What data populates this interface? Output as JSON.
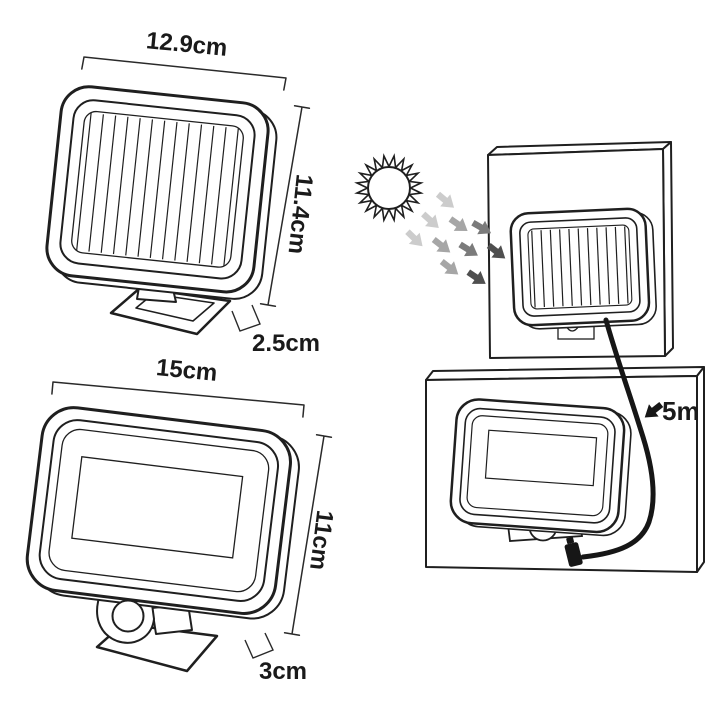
{
  "page": {
    "background": "#ffffff"
  },
  "colors": {
    "line": "#1f1f1f",
    "text": "#1a1a1a",
    "cable": "#161616",
    "sun_ray_gradient": [
      "#cccccc",
      "#a6a6a6",
      "#7b7b7b",
      "#4f4f4f"
    ]
  },
  "solar_panel_view": {
    "width_label": "12.9cm",
    "height_label": "11.4cm",
    "base_depth_label": "2.5cm"
  },
  "floodlight_view": {
    "width_label": "15cm",
    "height_label": "11cm",
    "base_depth_label": "3cm"
  },
  "installation_view": {
    "cable_length_label": "5m"
  }
}
